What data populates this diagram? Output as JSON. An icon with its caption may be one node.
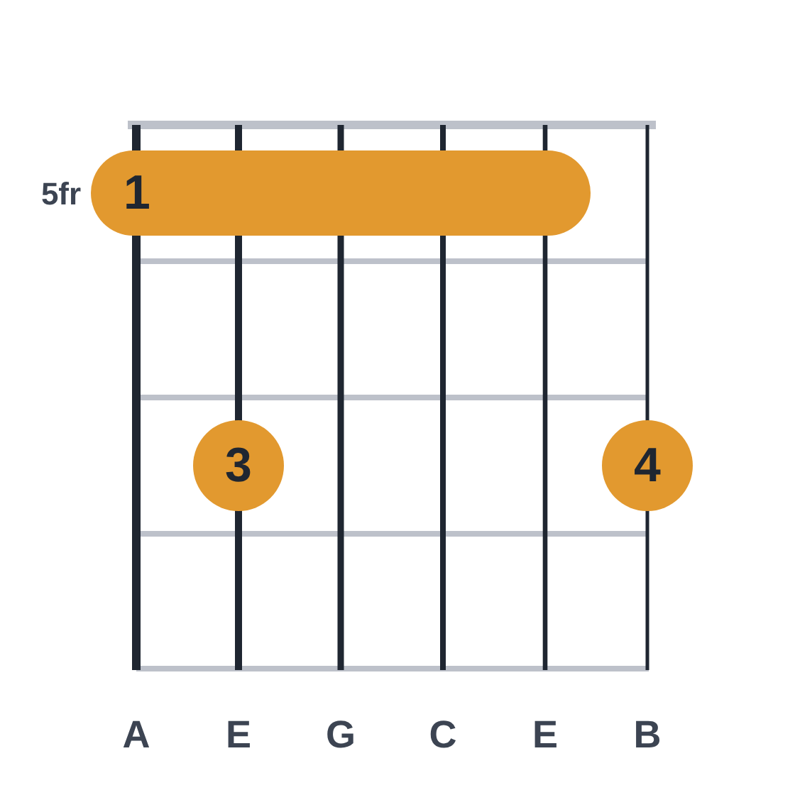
{
  "diagram": {
    "nodes": [
      {
        "text": [
          "1"
        ]
      },
      {
        "text": [
          "3"
        ]
      },
      {
        "text": [
          "4"
        ]
      }
    ],
    "labels": [
      "5fr",
      "A",
      "E",
      "G",
      "C",
      "E",
      "B"
    ]
  }
}
